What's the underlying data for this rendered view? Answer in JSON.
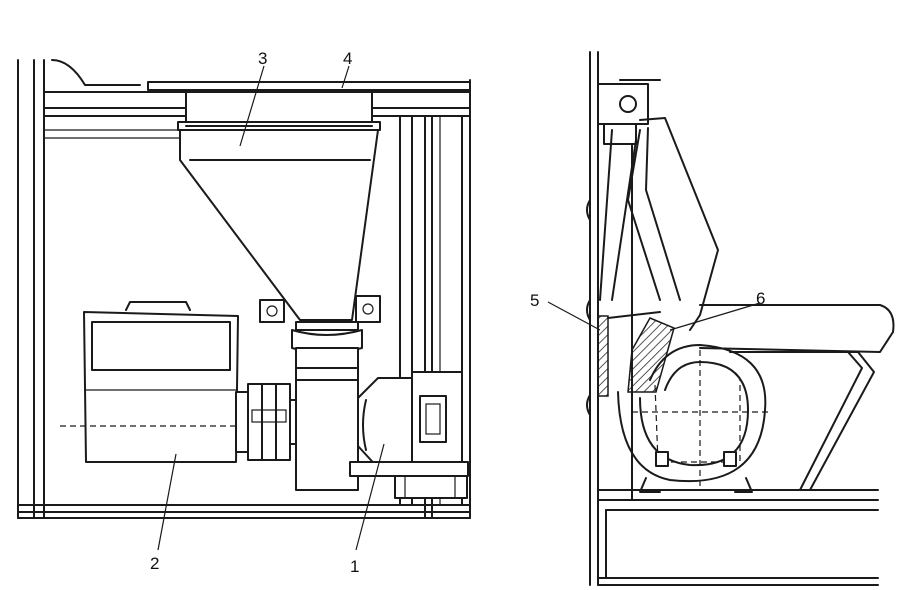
{
  "labels": {
    "l1": "1",
    "l2": "2",
    "l3": "3",
    "l4": "4",
    "l5": "5",
    "l6": "6"
  },
  "components": [
    {
      "id": "fan",
      "label": "1"
    },
    {
      "id": "motor",
      "label": "2"
    },
    {
      "id": "hopper",
      "label": "3"
    },
    {
      "id": "cover-plate",
      "label": "4"
    },
    {
      "id": "grille",
      "label": "5"
    },
    {
      "id": "filter",
      "label": "6"
    }
  ]
}
